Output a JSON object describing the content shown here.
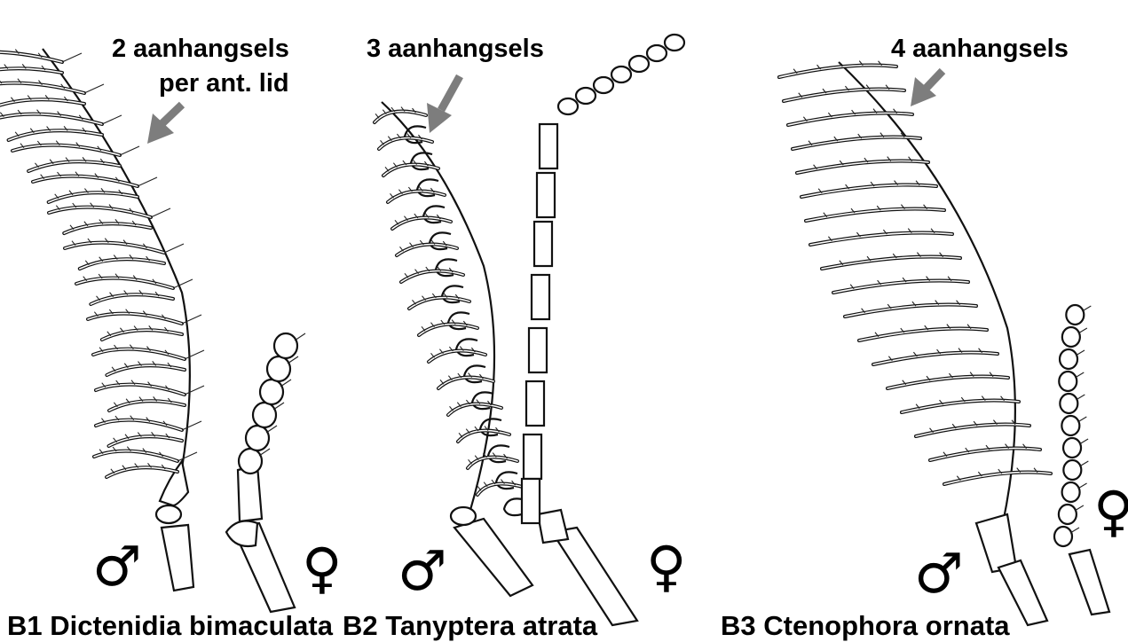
{
  "panels": [
    {
      "caption": "B1 Dictenidia bimaculata",
      "annotation_line1": "2 aanhangsels",
      "annotation_line2": "per ant. lid",
      "male_symbol": "♂",
      "female_symbol": "♀"
    },
    {
      "caption": "B2 Tanyptera atrata",
      "annotation_line1": "3 aanhangsels",
      "male_symbol": "♂",
      "female_symbol": "♀"
    },
    {
      "caption": "B3 Ctenophora ornata",
      "annotation_line1": "4 aanhangsels",
      "male_symbol": "♂",
      "female_symbol": "♀"
    }
  ],
  "colors": {
    "background": "#ffffff",
    "ink": "#000000",
    "arrow": "#7d7d7d"
  }
}
